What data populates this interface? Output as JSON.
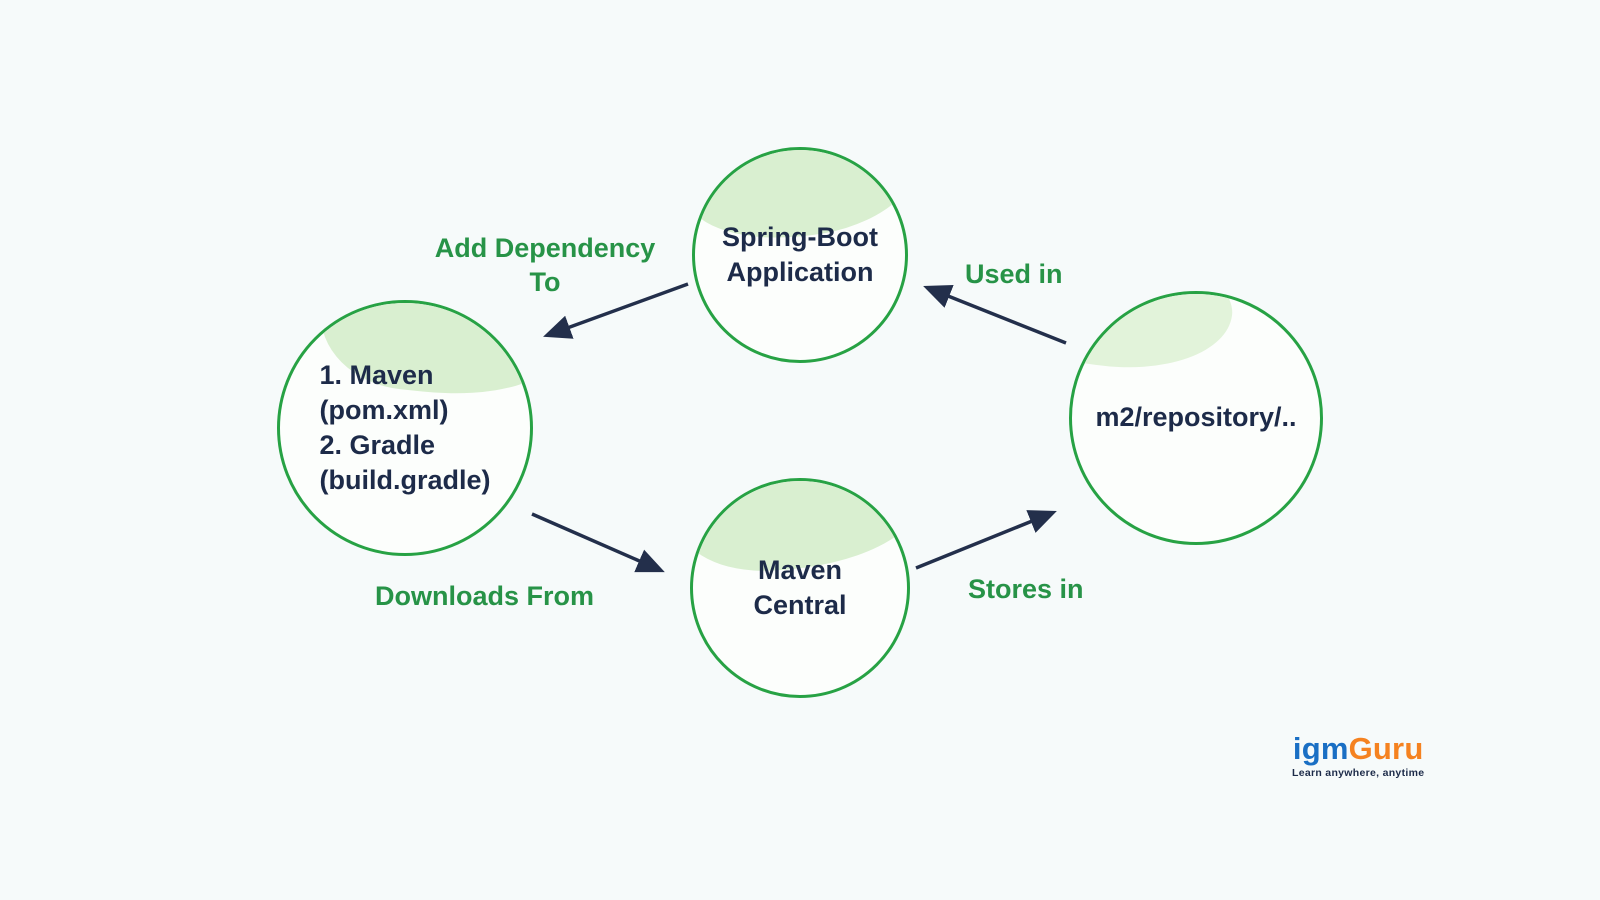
{
  "diagram": {
    "nodes": {
      "spring_boot": {
        "line1": "Spring-Boot",
        "line2": "Application"
      },
      "build_tools": {
        "lines": [
          "1. Maven",
          "(pom.xml)",
          "2. Gradle",
          "(build.gradle)"
        ]
      },
      "maven_central": {
        "line1": "Maven",
        "line2": "Central"
      },
      "m2_repo": {
        "label": "m2/repository/.."
      }
    },
    "edges": {
      "add_dependency": {
        "line1": "Add Dependency",
        "line2": "To"
      },
      "downloads_from": {
        "label": "Downloads From"
      },
      "stores_in": {
        "label": "Stores in"
      },
      "used_in": {
        "label": "Used in"
      }
    },
    "colors": {
      "circle_border": "#27a244",
      "circle_fill_accent": "#d9efd0",
      "node_text": "#1d2b49",
      "edge_label": "#279347",
      "arrow": "#232f4b",
      "background": "#f6fafa"
    }
  },
  "logo": {
    "part1": "igm",
    "part2": "Guru",
    "tagline": "Learn anywhere, anytime",
    "color_igm": "#1a6fc4",
    "color_guru": "#f58220"
  }
}
